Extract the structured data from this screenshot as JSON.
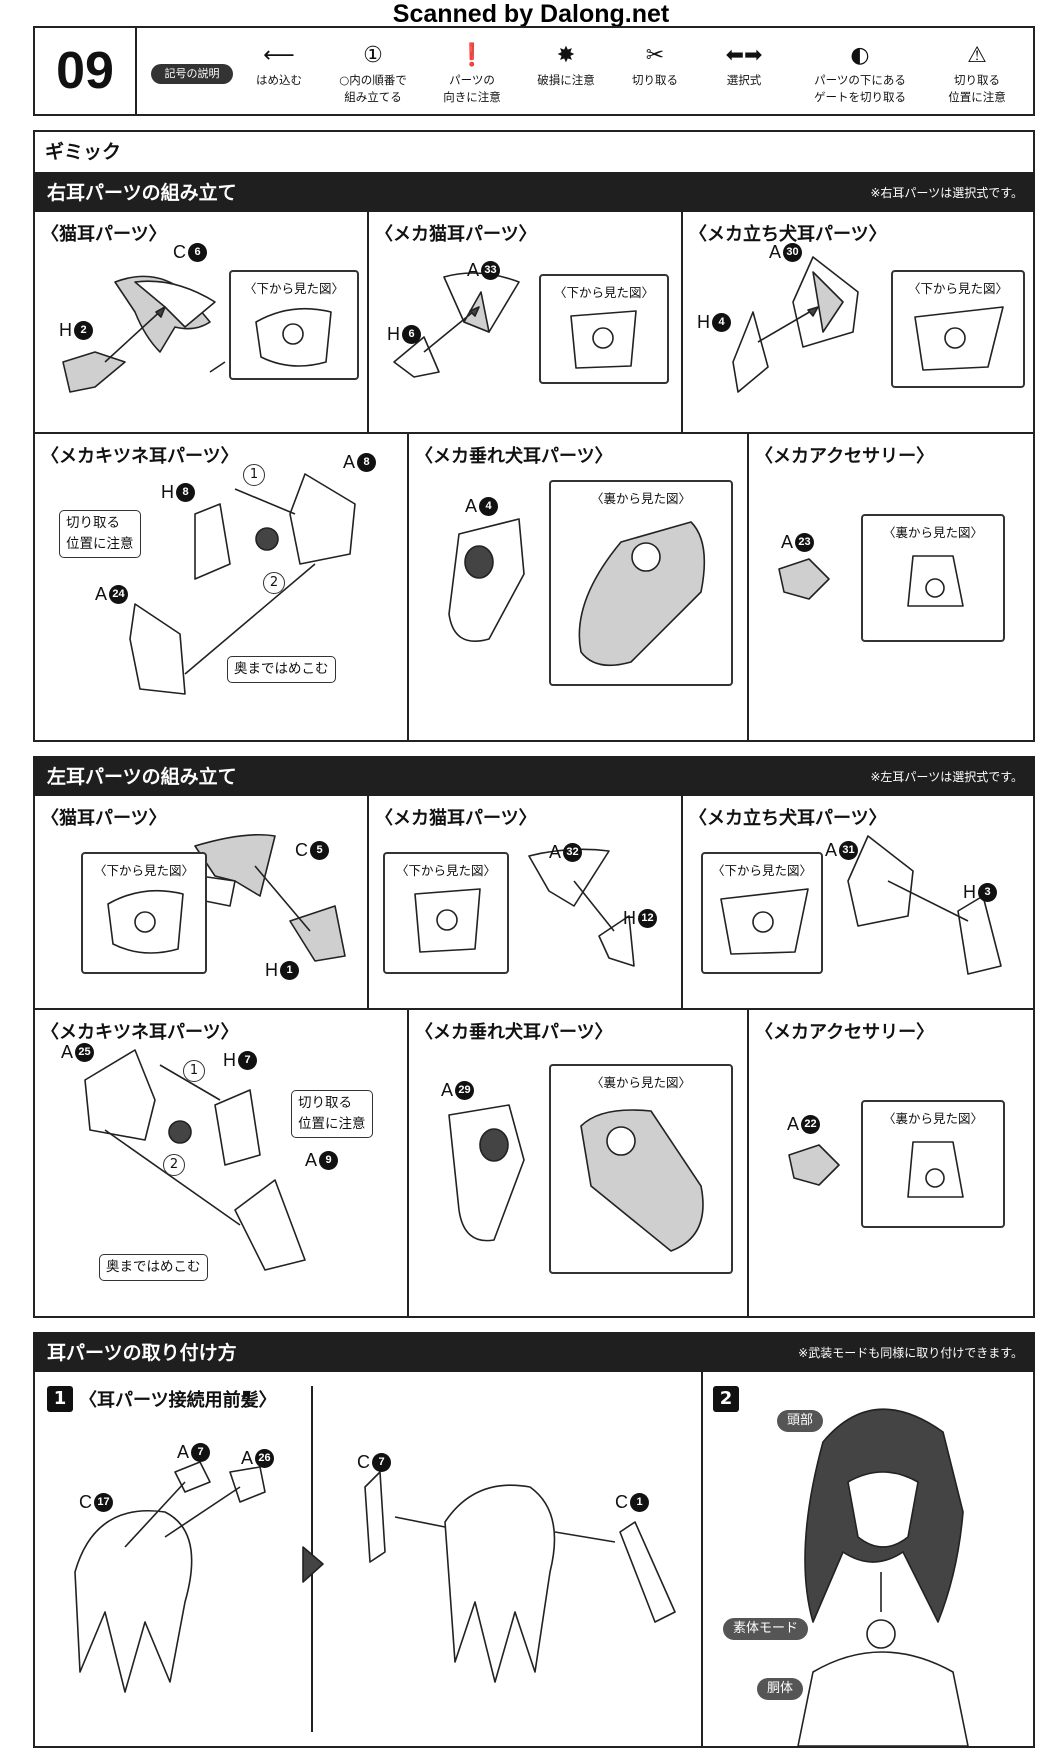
{
  "watermark": "Scanned by Dalong.net",
  "step": "09",
  "legend": {
    "label": "記号の説明",
    "items": [
      {
        "icon": "arrow-left-icon",
        "text": "はめ込む"
      },
      {
        "icon": "circled-number-icon",
        "text": "○内の順番で\n組み立てる"
      },
      {
        "icon": "exclamation-icon",
        "text": "パーツの\n向きに注意"
      },
      {
        "icon": "breakage-icon",
        "text": "破損に注意"
      },
      {
        "icon": "cutting-icon",
        "text": "切り取る"
      },
      {
        "icon": "double-arrow-icon",
        "text": "選択式"
      },
      {
        "icon": "gate-cut-icon",
        "text": "パーツの下にある\nゲートを切り取る"
      },
      {
        "icon": "cut-position-icon",
        "text": "切り取る\n位置に注意"
      }
    ]
  },
  "gimmick_title": "ギミック",
  "right_ear": {
    "title": "右耳パーツの組み立て",
    "note": "※右耳パーツは選択式です。",
    "panels": [
      {
        "title": "〈猫耳パーツ〉",
        "inset": "〈下から見た図〉",
        "labels": [
          {
            "letter": "C",
            "num": "6"
          },
          {
            "letter": "H",
            "num": "2"
          }
        ]
      },
      {
        "title": "〈メカ猫耳パーツ〉",
        "inset": "〈下から見た図〉",
        "labels": [
          {
            "letter": "A",
            "num": "33"
          },
          {
            "letter": "H",
            "num": "6"
          }
        ]
      },
      {
        "title": "〈メカ立ち犬耳パーツ〉",
        "inset": "〈下から見た図〉",
        "labels": [
          {
            "letter": "A",
            "num": "30"
          },
          {
            "letter": "H",
            "num": "4"
          }
        ]
      },
      {
        "title": "〈メカキツネ耳パーツ〉",
        "labels": [
          {
            "letter": "A",
            "num": "8"
          },
          {
            "letter": "H",
            "num": "8"
          },
          {
            "letter": "A",
            "num": "24"
          }
        ],
        "note_cut": "切り取る\n位置に注意",
        "note_push": "奥まではめこむ",
        "order": [
          "1",
          "2"
        ]
      },
      {
        "title": "〈メカ垂れ犬耳パーツ〉",
        "inset": "〈裏から見た図〉",
        "labels": [
          {
            "letter": "A",
            "num": "4"
          }
        ]
      },
      {
        "title": "〈メカアクセサリー〉",
        "inset": "〈裏から見た図〉",
        "labels": [
          {
            "letter": "A",
            "num": "23"
          }
        ]
      }
    ]
  },
  "left_ear": {
    "title": "左耳パーツの組み立て",
    "note": "※左耳パーツは選択式です。",
    "panels": [
      {
        "title": "〈猫耳パーツ〉",
        "inset": "〈下から見た図〉",
        "labels": [
          {
            "letter": "C",
            "num": "5"
          },
          {
            "letter": "H",
            "num": "1"
          }
        ]
      },
      {
        "title": "〈メカ猫耳パーツ〉",
        "inset": "〈下から見た図〉",
        "labels": [
          {
            "letter": "A",
            "num": "32"
          },
          {
            "letter": "H",
            "num": "12"
          }
        ]
      },
      {
        "title": "〈メカ立ち犬耳パーツ〉",
        "inset": "〈下から見た図〉",
        "labels": [
          {
            "letter": "A",
            "num": "31"
          },
          {
            "letter": "H",
            "num": "3"
          }
        ]
      },
      {
        "title": "〈メカキツネ耳パーツ〉",
        "labels": [
          {
            "letter": "A",
            "num": "25"
          },
          {
            "letter": "H",
            "num": "7"
          },
          {
            "letter": "A",
            "num": "9"
          }
        ],
        "note_cut": "切り取る\n位置に注意",
        "note_push": "奥まではめこむ",
        "order": [
          "1",
          "2"
        ]
      },
      {
        "title": "〈メカ垂れ犬耳パーツ〉",
        "inset": "〈裏から見た図〉",
        "labels": [
          {
            "letter": "A",
            "num": "29"
          }
        ]
      },
      {
        "title": "〈メカアクセサリー〉",
        "inset": "〈裏から見た図〉",
        "labels": [
          {
            "letter": "A",
            "num": "22"
          }
        ]
      }
    ]
  },
  "attach": {
    "title": "耳パーツの取り付け方",
    "note": "※武装モードも同様に取り付けできます。",
    "step1": {
      "num": "1",
      "title": "〈耳パーツ接続用前髪〉",
      "labels": [
        {
          "letter": "A",
          "num": "7"
        },
        {
          "letter": "A",
          "num": "26"
        },
        {
          "letter": "C",
          "num": "17"
        },
        {
          "letter": "C",
          "num": "7"
        },
        {
          "letter": "C",
          "num": "1"
        }
      ]
    },
    "step2": {
      "num": "2",
      "head": "頭部",
      "body_mode": "素体モード",
      "torso": "胴体"
    }
  }
}
